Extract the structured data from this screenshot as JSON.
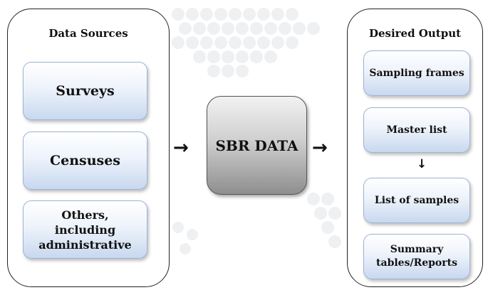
{
  "left_panel": {
    "title": "Data Sources",
    "items": [
      "Surveys",
      "Censuses",
      "Others, including administrative"
    ]
  },
  "center": {
    "label": "SBR DATA"
  },
  "right_panel": {
    "title": "Desired Output",
    "items": [
      "Sampling frames",
      "Master list",
      "List of samples",
      "Summary tables/Reports"
    ]
  },
  "icons": {
    "right_arrow": "→",
    "down_arrow": "↓"
  },
  "colors": {
    "box_fill_top": "#ffffff",
    "box_fill_bottom": "#c8d8ef",
    "center_fill": "#9e9e9e",
    "border": "#222222"
  }
}
